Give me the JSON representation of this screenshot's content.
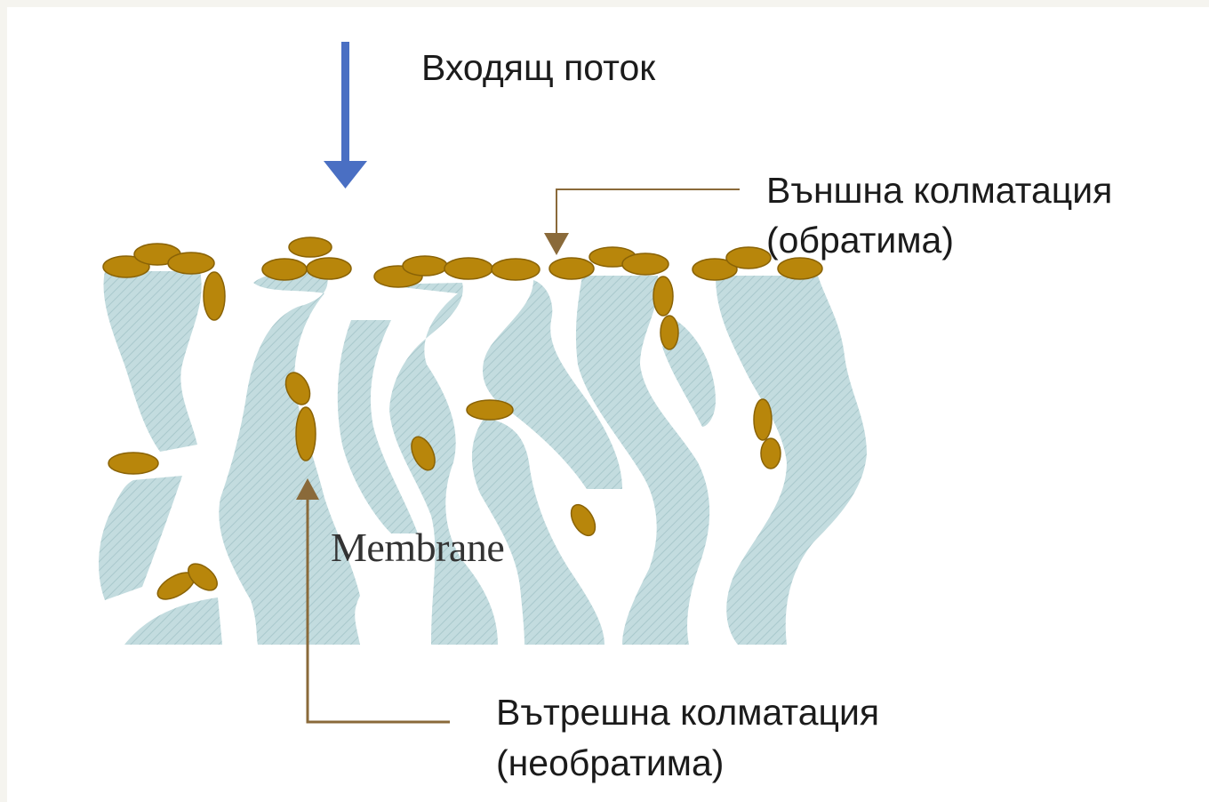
{
  "title": "Входящ поток",
  "external_fouling": {
    "line1": "Външна колматация",
    "line2": "(обратима)"
  },
  "internal_fouling": {
    "line1": "Вътрешна колматация",
    "line2": "(необратима)"
  },
  "membrane_label": "Membrane",
  "colors": {
    "arrow_flow": "#4a6fc3",
    "particle": "#b8860b",
    "particle_edge": "#8a6306",
    "membrane": "#bfd9dd",
    "pointer": "#8a6a3a"
  }
}
